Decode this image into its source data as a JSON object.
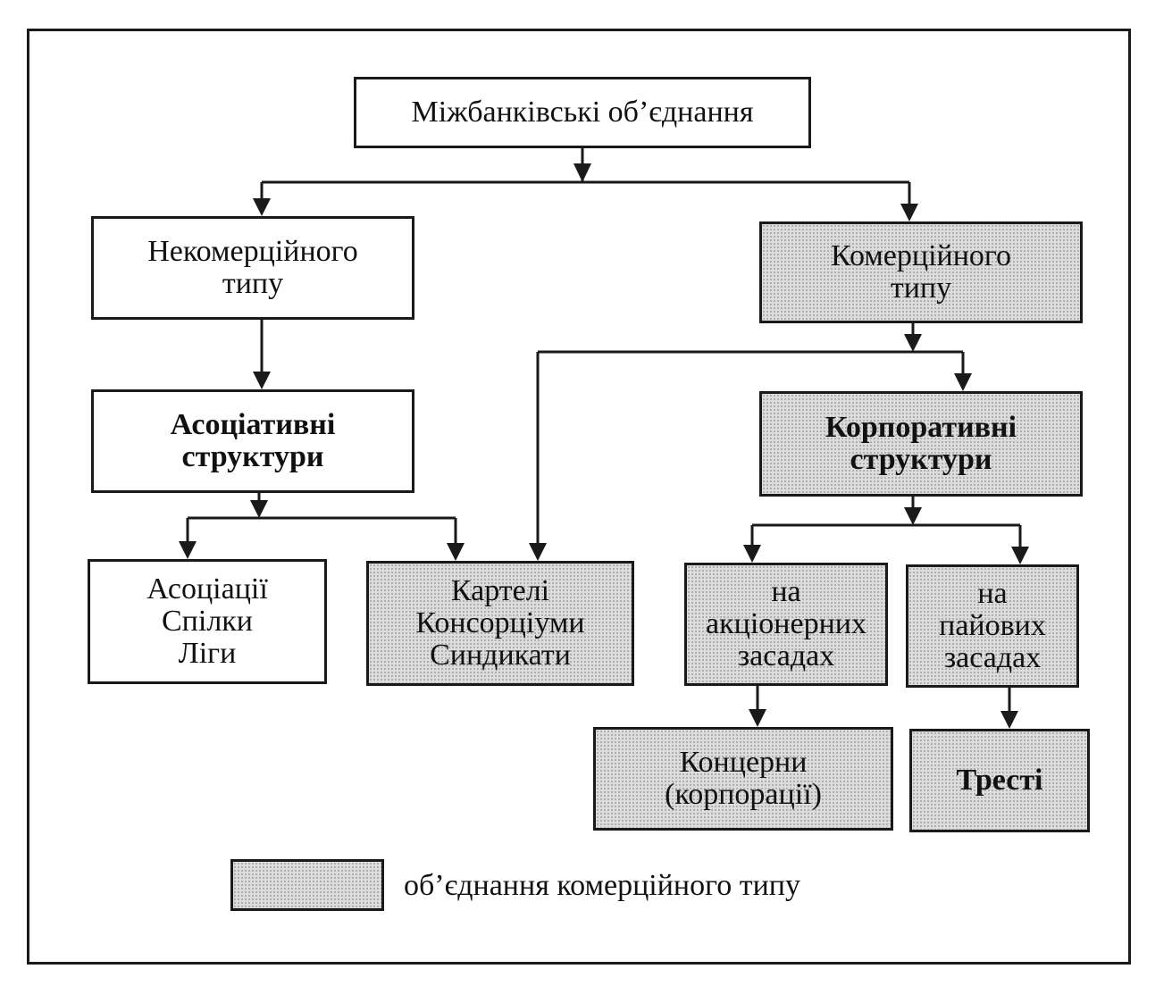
{
  "diagram": {
    "root": {
      "lines": [
        "Міжбанківські об’єднання"
      ]
    },
    "noncommercial": {
      "lines": [
        "Некомерційного",
        "типу"
      ]
    },
    "commercial": {
      "lines": [
        "Комерційного",
        "типу"
      ]
    },
    "associative": {
      "lines": [
        "Асоціативні",
        "структури"
      ]
    },
    "corporate": {
      "lines": [
        "Корпоративні",
        "структури"
      ]
    },
    "associations": {
      "lines": [
        "Асоціації",
        "Спілки",
        "Ліги"
      ]
    },
    "cartels": {
      "lines": [
        "Картелі",
        "Консорціуми",
        "Синдикати"
      ]
    },
    "joint_stock": {
      "lines": [
        "на",
        "акціонерних",
        "засадах"
      ]
    },
    "share": {
      "lines": [
        "на",
        "пайових",
        "засадах"
      ]
    },
    "concerns": {
      "lines": [
        "Концерни",
        "(корпорації)"
      ]
    },
    "trusts": {
      "lines": [
        "Тресті"
      ]
    }
  },
  "legend": {
    "label": "об’єднання комерційного типу",
    "swatch_color": "#dcdcdc"
  },
  "colors": {
    "line": "#1a1a1a",
    "shaded_fill": "#dcdcdc"
  }
}
